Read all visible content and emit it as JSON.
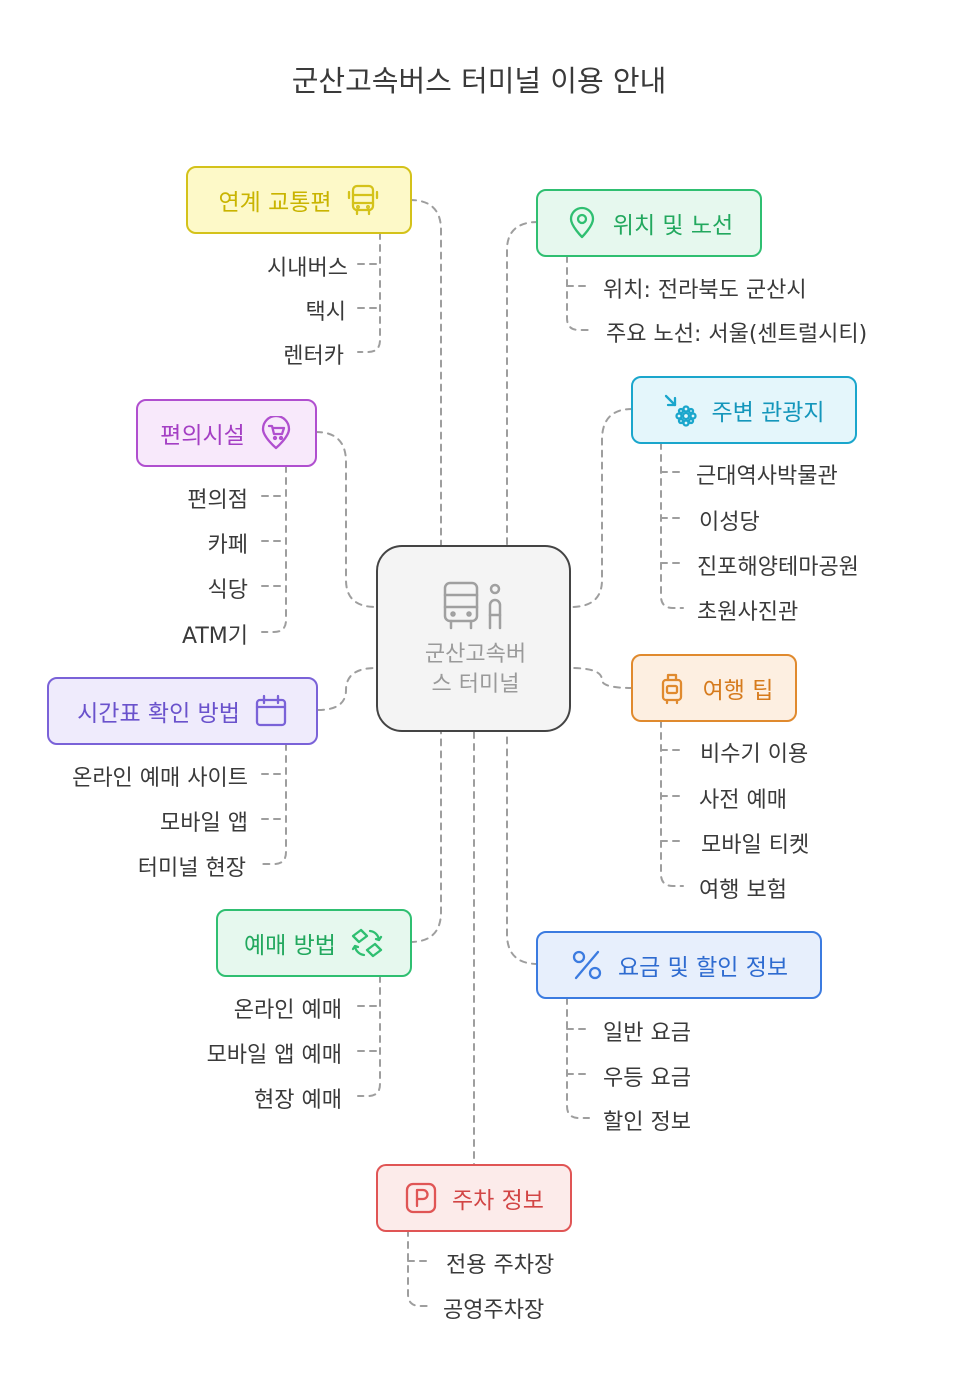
{
  "title": "군산고속버스 터미널 이용 안내",
  "center": {
    "label": "군산고속버\n스 터미널",
    "icon": "bus-passenger-icon"
  },
  "categories": {
    "transport": {
      "label": "연계 교통편",
      "icon": "bus-icon",
      "color": "#d4c21a",
      "fill": "#fdf9c8",
      "items": [
        "시내버스",
        "택시",
        "렌터카"
      ]
    },
    "location": {
      "label": "위치 및 노선",
      "icon": "map-pin-icon",
      "color": "#2fbf71",
      "fill": "#e6f8ee",
      "items": [
        "위치: 전라북도 군산시",
        "주요 노선: 서울(센트럴시티)"
      ]
    },
    "facilities": {
      "label": "편의시설",
      "icon": "shopping-cart-pin-icon",
      "color": "#b04fcf",
      "fill": "#f8e9fb",
      "items": [
        "편의점",
        "카페",
        "식당",
        "ATM기"
      ]
    },
    "attractions": {
      "label": "주변 관광지",
      "icon": "attraction-icon",
      "color": "#1aa6cc",
      "fill": "#e4f6fb",
      "items": [
        "근대역사박물관",
        "이성당",
        "진포해양테마공원",
        "초원사진관"
      ]
    },
    "timetable": {
      "label": "시간표 확인 방법",
      "icon": "calendar-icon",
      "color": "#7a62d8",
      "fill": "#efebfc",
      "items": [
        "온라인 예매 사이트",
        "모바일 앱",
        "터미널 현장"
      ]
    },
    "tips": {
      "label": "여행 팁",
      "icon": "luggage-icon",
      "color": "#e08a2e",
      "fill": "#fdefe1",
      "items": [
        "비수기 이용",
        "사전 예매",
        "모바일 티켓",
        "여행 보험"
      ]
    },
    "booking": {
      "label": "예매 방법",
      "icon": "ticket-exchange-icon",
      "color": "#2fbf71",
      "fill": "#e6f8ee",
      "items": [
        "온라인 예매",
        "모바일 앱 예매",
        "현장 예매"
      ]
    },
    "fares": {
      "label": "요금 및 할인 정보",
      "icon": "percent-icon",
      "color": "#3b7be0",
      "fill": "#e7effc",
      "items": [
        "일반 요금",
        "우등 요금",
        "할인 정보"
      ]
    },
    "parking": {
      "label": "주차 정보",
      "icon": "parking-icon",
      "color": "#e05555",
      "fill": "#fcebea",
      "items": [
        "전용 주차장",
        "공영주차장"
      ]
    }
  }
}
